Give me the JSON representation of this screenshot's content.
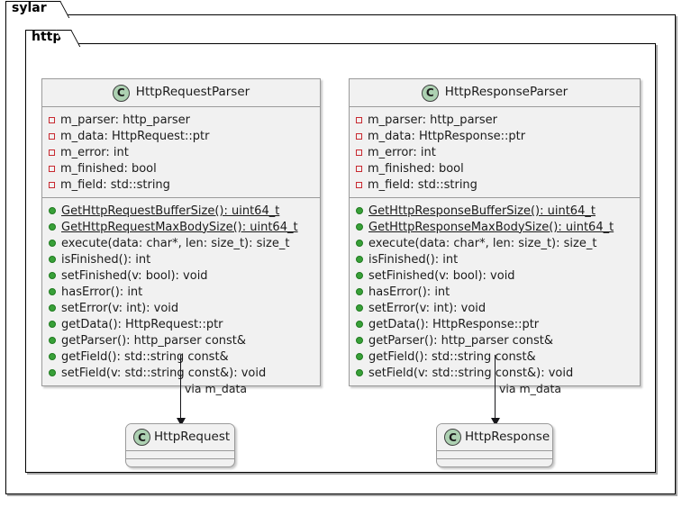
{
  "diagram": {
    "type": "uml-class-diagram",
    "packages": [
      {
        "name": "sylar"
      },
      {
        "name": "http"
      }
    ],
    "icon_letter": "C",
    "colors": {
      "class_fill": "#F1F1F1",
      "class_border": "#9A9A9A",
      "class_icon_fill": "#ADD1B2",
      "private_marker": "#C82930",
      "public_marker": "#38A038",
      "frame_border": "#000000",
      "arrow": "#16161A"
    },
    "classes": [
      {
        "name": "HttpRequestParser",
        "fields": [
          {
            "visibility": "private",
            "text": "m_parser: http_parser",
            "static": false
          },
          {
            "visibility": "private",
            "text": "m_data: HttpRequest::ptr",
            "static": false
          },
          {
            "visibility": "private",
            "text": "m_error: int",
            "static": false
          },
          {
            "visibility": "private",
            "text": "m_finished: bool",
            "static": false
          },
          {
            "visibility": "private",
            "text": "m_field: std::string",
            "static": false
          }
        ],
        "methods": [
          {
            "visibility": "public",
            "text": "GetHttpRequestBufferSize(): uint64_t",
            "static": true
          },
          {
            "visibility": "public",
            "text": "GetHttpRequestMaxBodySize(): uint64_t",
            "static": true
          },
          {
            "visibility": "public",
            "text": "execute(data: char*, len: size_t): size_t",
            "static": false
          },
          {
            "visibility": "public",
            "text": "isFinished(): int",
            "static": false
          },
          {
            "visibility": "public",
            "text": "setFinished(v: bool): void",
            "static": false
          },
          {
            "visibility": "public",
            "text": "hasError(): int",
            "static": false
          },
          {
            "visibility": "public",
            "text": "setError(v: int): void",
            "static": false
          },
          {
            "visibility": "public",
            "text": "getData(): HttpRequest::ptr",
            "static": false
          },
          {
            "visibility": "public",
            "text": "getParser(): http_parser const&",
            "static": false
          },
          {
            "visibility": "public",
            "text": "getField(): std::string const&",
            "static": false
          },
          {
            "visibility": "public",
            "text": "setField(v: std::string const&): void",
            "static": false
          }
        ]
      },
      {
        "name": "HttpResponseParser",
        "fields": [
          {
            "visibility": "private",
            "text": "m_parser: http_parser",
            "static": false
          },
          {
            "visibility": "private",
            "text": "m_data: HttpResponse::ptr",
            "static": false
          },
          {
            "visibility": "private",
            "text": "m_error: int",
            "static": false
          },
          {
            "visibility": "private",
            "text": "m_finished: bool",
            "static": false
          },
          {
            "visibility": "private",
            "text": "m_field: std::string",
            "static": false
          }
        ],
        "methods": [
          {
            "visibility": "public",
            "text": "GetHttpResponseBufferSize(): uint64_t",
            "static": true
          },
          {
            "visibility": "public",
            "text": "GetHttpResponseMaxBodySize(): uint64_t",
            "static": true
          },
          {
            "visibility": "public",
            "text": "execute(data: char*, len: size_t): size_t",
            "static": false
          },
          {
            "visibility": "public",
            "text": "isFinished(): int",
            "static": false
          },
          {
            "visibility": "public",
            "text": "setFinished(v: bool): void",
            "static": false
          },
          {
            "visibility": "public",
            "text": "hasError(): int",
            "static": false
          },
          {
            "visibility": "public",
            "text": "setError(v: int): void",
            "static": false
          },
          {
            "visibility": "public",
            "text": "getData(): HttpResponse::ptr",
            "static": false
          },
          {
            "visibility": "public",
            "text": "getParser(): http_parser const&",
            "static": false
          },
          {
            "visibility": "public",
            "text": "getField(): std::string const&",
            "static": false
          },
          {
            "visibility": "public",
            "text": "setField(v: std::string const&): void",
            "static": false
          }
        ]
      }
    ],
    "simple_classes": [
      {
        "name": "HttpRequest"
      },
      {
        "name": "HttpResponse"
      }
    ],
    "relations": [
      {
        "from": "HttpRequestParser",
        "to": "HttpRequest",
        "label": "via m_data"
      },
      {
        "from": "HttpResponseParser",
        "to": "HttpResponse",
        "label": "via m_data"
      }
    ]
  }
}
